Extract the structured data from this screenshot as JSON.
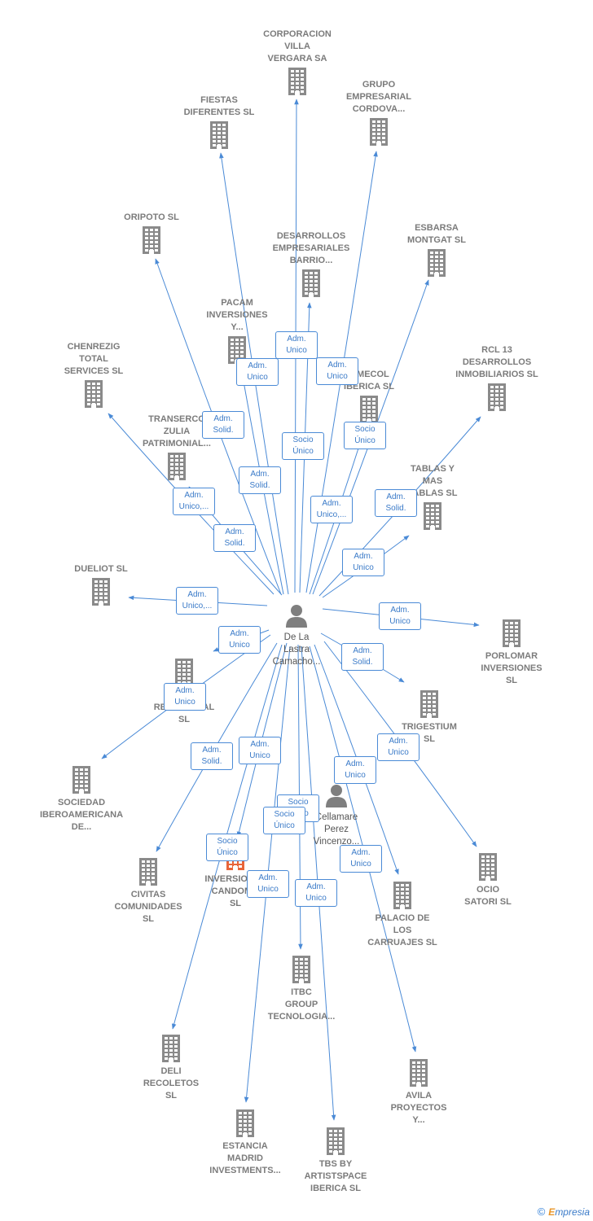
{
  "colors": {
    "edge": "#4a8ad6",
    "building": "#8a8a8a",
    "highlight": "#e8653a",
    "person": "#7f7f7f"
  },
  "nodes": [
    {
      "id": "corporacion",
      "kind": "company",
      "lines": [
        "CORPORACION",
        "VILLA",
        "VERGARA SA"
      ]
    },
    {
      "id": "fiestas",
      "kind": "company",
      "lines": [
        "FIESTAS",
        "DIFERENTES SL"
      ]
    },
    {
      "id": "grupo",
      "kind": "company",
      "lines": [
        "GRUPO",
        "EMPRESARIAL",
        "CORDOVA..."
      ]
    },
    {
      "id": "oripoto",
      "kind": "company",
      "lines": [
        "ORIPOTO  SL"
      ]
    },
    {
      "id": "desarrollos",
      "kind": "company",
      "lines": [
        "DESARROLLOS",
        "EMPRESARIALES",
        "BARRIO..."
      ]
    },
    {
      "id": "esbarsa",
      "kind": "company",
      "lines": [
        "ESBARSA",
        "MONTGAT  SL"
      ]
    },
    {
      "id": "pacam",
      "kind": "company",
      "lines": [
        "PACAM",
        "INVERSIONES",
        "Y..."
      ]
    },
    {
      "id": "chenrezig",
      "kind": "company",
      "lines": [
        "CHENREZIG",
        "TOTAL",
        "SERVICES  SL"
      ]
    },
    {
      "id": "rcl",
      "kind": "company",
      "lines": [
        "RCL 13",
        "DESARROLLOS",
        "INMOBILIARIOS SL"
      ]
    },
    {
      "id": "limecol",
      "kind": "company",
      "lines": [
        "LIMECOL",
        "IBERICA  SL"
      ]
    },
    {
      "id": "transerco",
      "kind": "company",
      "lines": [
        "TRANSERCO",
        "ZULIA",
        "PATRIMONIAL..."
      ]
    },
    {
      "id": "tablas",
      "kind": "company",
      "lines": [
        "TABLAS Y",
        "MAS",
        "TABLAS  SL"
      ]
    },
    {
      "id": "dueliot",
      "kind": "company",
      "lines": [
        "DUELIOT SL"
      ]
    },
    {
      "id": "porlomar",
      "kind": "company",
      "lines": [
        "PORLOMAR",
        "INVERSIONES",
        "SL"
      ]
    },
    {
      "id": "ol",
      "kind": "company",
      "lines": [
        "OL...",
        "RESIDENCIAL",
        "SL"
      ]
    },
    {
      "id": "trigestium",
      "kind": "company",
      "lines": [
        "TRIGESTIUM",
        "SL"
      ]
    },
    {
      "id": "sociedad",
      "kind": "company",
      "lines": [
        "SOCIEDAD",
        "IBEROAMERICANA",
        "DE..."
      ]
    },
    {
      "id": "civitas",
      "kind": "company",
      "lines": [
        "CIVITAS",
        "COMUNIDADES",
        "SL"
      ]
    },
    {
      "id": "inversiones_candom",
      "kind": "company_active",
      "lines": [
        "INVERSIONES",
        "CANDOM...",
        "SL"
      ]
    },
    {
      "id": "ocio",
      "kind": "company",
      "lines": [
        "OCIO",
        "SATORI SL"
      ]
    },
    {
      "id": "palacio",
      "kind": "company",
      "lines": [
        "PALACIO DE",
        "LOS",
        "CARRUAJES SL"
      ]
    },
    {
      "id": "itbc",
      "kind": "company",
      "lines": [
        "ITBC",
        "GROUP",
        "TECNOLOGIA..."
      ]
    },
    {
      "id": "deli",
      "kind": "company",
      "lines": [
        "DELI",
        "RECOLETOS",
        "SL"
      ]
    },
    {
      "id": "avila",
      "kind": "company",
      "lines": [
        "AVILA",
        "PROYECTOS",
        "Y..."
      ]
    },
    {
      "id": "estancia",
      "kind": "company",
      "lines": [
        "ESTANCIA",
        "MADRID",
        "INVESTMENTS..."
      ]
    },
    {
      "id": "tbs",
      "kind": "company",
      "lines": [
        "TBS BY",
        "ARTISTSPACE",
        "IBERICA  SL"
      ]
    },
    {
      "id": "delalastra",
      "kind": "person",
      "lines": [
        "De La",
        "Lastra",
        "Camacho..."
      ]
    },
    {
      "id": "cellamare",
      "kind": "person",
      "lines": [
        "Cellamare",
        "Perez",
        "Vincenzo..."
      ]
    }
  ],
  "edges": [
    {
      "to": "corporacion",
      "label": [
        "Adm.",
        "Unico"
      ]
    },
    {
      "to": "fiestas",
      "label": [
        "Adm.",
        "Solid."
      ]
    },
    {
      "to": "grupo",
      "label": [
        "Adm.",
        "Unico"
      ]
    },
    {
      "to": "oripoto",
      "label": [
        "Adm.",
        "Solid."
      ]
    },
    {
      "to": "desarrollos",
      "label": [
        "Socio",
        "Único"
      ]
    },
    {
      "to": "esbarsa",
      "label": [
        "Socio",
        "Único"
      ]
    },
    {
      "to": "pacam",
      "label": [
        "Adm.",
        "Unico"
      ]
    },
    {
      "to": "chenrezig",
      "label": [
        "Adm.",
        "Unico,..."
      ]
    },
    {
      "to": "rcl",
      "label": [
        "Adm.",
        "Solid."
      ]
    },
    {
      "to": "limecol",
      "label": [
        "Adm.",
        "Unico,..."
      ]
    },
    {
      "to": "transerco",
      "label": [
        "Adm.",
        "Solid."
      ]
    },
    {
      "to": "tablas",
      "label": [
        "Adm.",
        "Unico"
      ]
    },
    {
      "to": "dueliot",
      "label": [
        "Adm.",
        "Unico,..."
      ]
    },
    {
      "to": "porlomar",
      "label": [
        "Adm.",
        "Unico"
      ]
    },
    {
      "to": "ol",
      "label": [
        "Adm.",
        "Unico"
      ]
    },
    {
      "to": "trigestium",
      "label": [
        "Adm.",
        "Solid."
      ]
    },
    {
      "to": "sociedad",
      "label": [
        "Adm.",
        "Unico"
      ]
    },
    {
      "to": "civitas",
      "label": [
        "Adm.",
        "Solid."
      ]
    },
    {
      "to": "inversiones_candom",
      "label": [
        "Adm.",
        "Unico"
      ]
    },
    {
      "to": "ocio",
      "label": [
        "Adm.",
        "Unico"
      ]
    },
    {
      "to": "palacio",
      "label": [
        "Adm.",
        "Unico"
      ]
    },
    {
      "to": "itbc",
      "label": [
        "Socio",
        "Único"
      ]
    },
    {
      "to": "inversiones_candom_b",
      "label": [
        "Socio",
        "Único"
      ]
    },
    {
      "to": "deli",
      "label": [
        "Socio",
        "Único"
      ]
    },
    {
      "to": "avila",
      "label": [
        "Adm.",
        "Unico"
      ]
    },
    {
      "to": "estancia",
      "label": [
        "Adm.",
        "Unico"
      ]
    },
    {
      "to": "tbs",
      "label": [
        "Adm.",
        "Unico"
      ]
    }
  ],
  "footer": {
    "copyright": "©",
    "brand_first": "E",
    "brand_rest": "mpresia"
  }
}
